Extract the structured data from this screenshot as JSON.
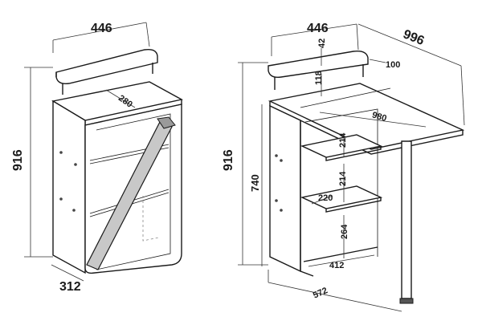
{
  "left_view": {
    "width_top": "446",
    "height": "916",
    "depth": "312",
    "inner_depth": "280"
  },
  "right_view": {
    "width_top": "446",
    "total_length": "996",
    "shelf_gap": "42",
    "shelf_depth": "100",
    "upper_gap": "118",
    "height": "916",
    "table_length": "980",
    "leg_height": "740",
    "shelf_space_1": "214",
    "shelf_space_2": "214",
    "shelf_width": "220",
    "bottom_gap": "264",
    "inner_width": "412",
    "base_depth": "572"
  }
}
